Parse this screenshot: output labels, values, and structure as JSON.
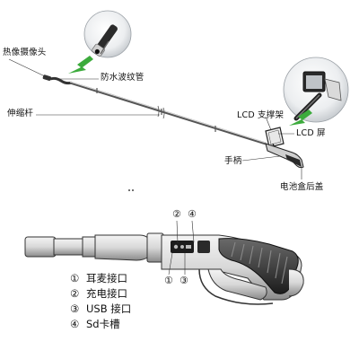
{
  "top_diagram": {
    "labels": {
      "camera_head": "热像摄像头",
      "waterproof_tube": "防水波纹管",
      "telescopic_rod": "伸缩杆",
      "lcd_bracket": "LCD 支撑架",
      "lcd_screen": "LCD 屏",
      "handle": "手柄",
      "battery_cover": "电池盒后盖"
    }
  },
  "bottom_diagram": {
    "port_markers": {
      "upper": [
        "②",
        "④"
      ],
      "lower": [
        "①",
        "③"
      ]
    },
    "legend": [
      {
        "num": "①",
        "text": "耳麦接口"
      },
      {
        "num": "②",
        "text": "充电接口"
      },
      {
        "num": "③",
        "text": "USB 接口"
      },
      {
        "num": "④",
        "text": "Sd卡槽"
      }
    ]
  },
  "colors": {
    "accent_green": "#3cab3c",
    "line": "#222222"
  }
}
